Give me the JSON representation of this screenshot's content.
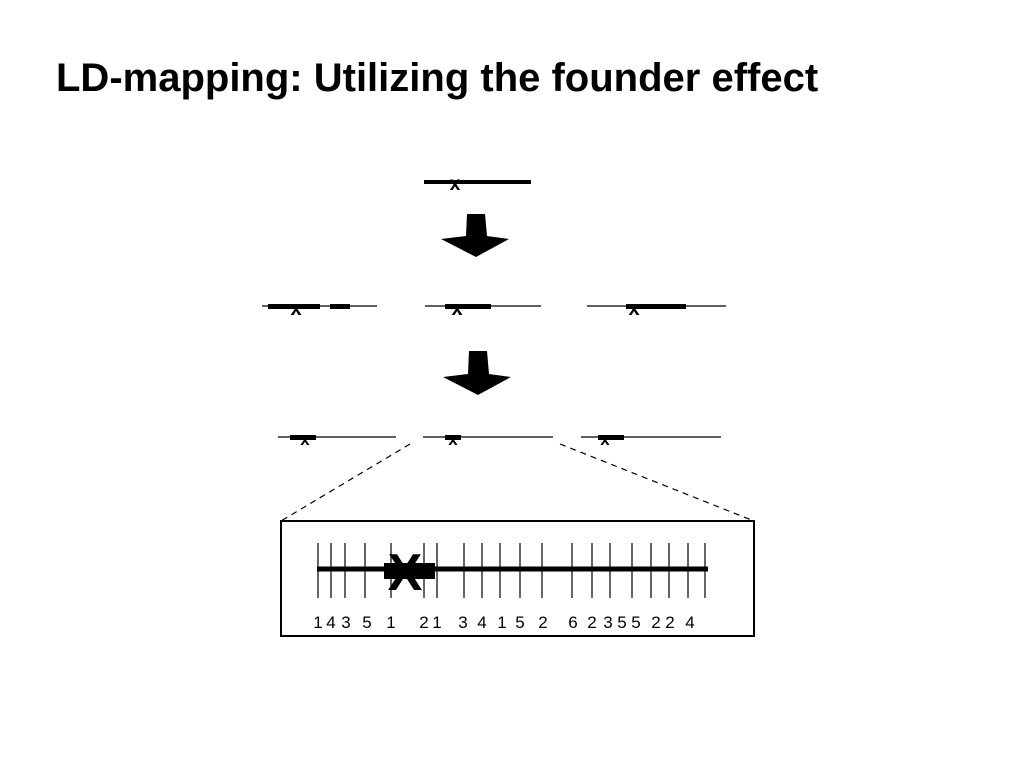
{
  "slide": {
    "title": "LD-mapping: Utilizing the founder effect"
  },
  "diagram": {
    "mutation_symbol": "x",
    "zoom_mutation_symbol": "X",
    "marker_numbers": [
      "1",
      "4",
      "3",
      "5",
      "1",
      "2",
      "1",
      "3",
      "4",
      "1",
      "5",
      "2",
      "6",
      "2",
      "3",
      "5",
      "5",
      "2",
      "2",
      "4"
    ],
    "generations": {
      "founder": {
        "chromosome_count": 1
      },
      "intermediate": {
        "chromosome_count": 3
      },
      "present_day": {
        "chromosome_count": 3
      }
    },
    "colors": {
      "ink": "#000000",
      "background": "#ffffff"
    }
  }
}
